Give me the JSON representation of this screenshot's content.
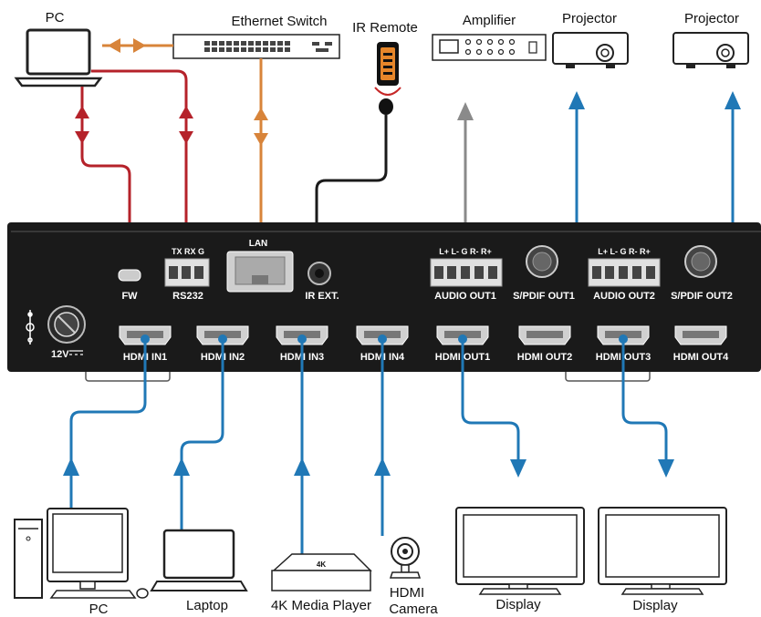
{
  "colors": {
    "control": "#b5222a",
    "network": "#d8843a",
    "audio": "#8a8a8a",
    "video": "#2078b6",
    "ir": "#1a1a1a",
    "panel": "#1a1a1a"
  },
  "top_devices": {
    "pc": "PC",
    "ethernet_switch": "Ethernet Switch",
    "ir_remote": "IR Remote",
    "amplifier": "Amplifier",
    "projector_1": "Projector",
    "projector_2": "Projector"
  },
  "panel": {
    "power": "12V",
    "fw": "FW",
    "rs232_pins": "TX  RX  G",
    "rs232": "RS232",
    "lan": "LAN",
    "ir_ext": "IR EXT.",
    "audio_pins_1": "L+  L-   G   R-  R+",
    "audio_out_1": "AUDIO OUT1",
    "spdif_out_1": "S/PDIF OUT1",
    "audio_pins_2": "L+  L-   G   R-  R+",
    "audio_out_2": "AUDIO OUT2",
    "spdif_out_2": "S/PDIF OUT2",
    "hdmi_in": [
      "HDMI IN1",
      "HDMI IN2",
      "HDMI IN3",
      "HDMI IN4"
    ],
    "hdmi_out": [
      "HDMI OUT1",
      "HDMI OUT2",
      "HDMI OUT3",
      "HDMI OUT4"
    ]
  },
  "bottom_devices": {
    "pc": "PC",
    "laptop": "Laptop",
    "media_player": "4K Media Player",
    "media_player_badge": "4K",
    "camera_line1": "HDMI",
    "camera_line2": "Camera",
    "display_1": "Display",
    "display_2": "Display"
  }
}
